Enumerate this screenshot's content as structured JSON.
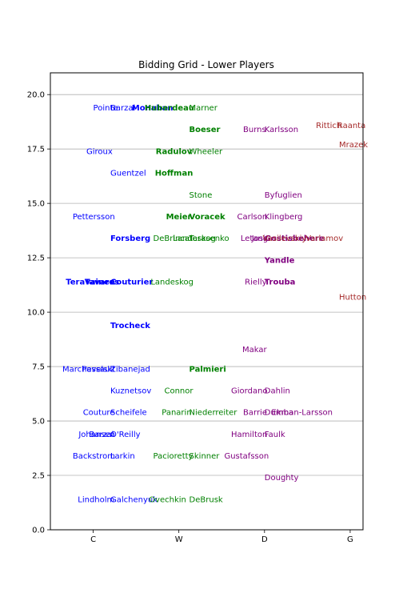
{
  "chart_data": {
    "type": "scatter",
    "title": "Bidding Grid - Lower Players",
    "xlabel": "",
    "ylabel": "",
    "x_categories": [
      "C",
      "W",
      "D",
      "G"
    ],
    "ylim": [
      0,
      21
    ],
    "yticks": [
      "0.0",
      "2.5",
      "5.0",
      "7.5",
      "10.0",
      "12.5",
      "15.0",
      "17.5",
      "20.0"
    ],
    "grid": "horizontal",
    "colors": {
      "C": "#0000ff",
      "W": "#008000",
      "D": "#800080",
      "G": "#a52a2a"
    },
    "points": [
      {
        "name": "Pointe",
        "pos": "C",
        "x": 0.0,
        "y": 19.4
      },
      {
        "name": "Barzal",
        "pos": "C",
        "x": 0.2,
        "y": 19.4
      },
      {
        "name": "Monahan",
        "pos": "C",
        "x": 0.45,
        "y": 19.4,
        "bold": true
      },
      {
        "name": "Huberdeau",
        "pos": "W",
        "x": 0.6,
        "y": 19.4,
        "bold": true
      },
      {
        "name": "Marner",
        "pos": "W",
        "x": 1.12,
        "y": 19.4
      },
      {
        "name": "Boeser",
        "pos": "W",
        "x": 1.12,
        "y": 18.4,
        "bold": true
      },
      {
        "name": "Burns",
        "pos": "D",
        "x": 1.75,
        "y": 18.4
      },
      {
        "name": "Karlsson",
        "pos": "D",
        "x": 2.0,
        "y": 18.4
      },
      {
        "name": "Rittich",
        "pos": "G",
        "x": 2.6,
        "y": 18.6
      },
      {
        "name": "Raanta",
        "pos": "G",
        "x": 2.85,
        "y": 18.6
      },
      {
        "name": "Mrazek",
        "pos": "G",
        "x": 2.87,
        "y": 17.7
      },
      {
        "name": "Giroux",
        "pos": "C",
        "x": -0.08,
        "y": 17.4
      },
      {
        "name": "Radulov",
        "pos": "W",
        "x": 0.73,
        "y": 17.4,
        "bold": true
      },
      {
        "name": "Wheeler",
        "pos": "W",
        "x": 1.12,
        "y": 17.4
      },
      {
        "name": "Guentzel",
        "pos": "C",
        "x": 0.2,
        "y": 16.4
      },
      {
        "name": "Hoffman",
        "pos": "W",
        "x": 0.72,
        "y": 16.4,
        "bold": true
      },
      {
        "name": "Stone",
        "pos": "W",
        "x": 1.12,
        "y": 15.4
      },
      {
        "name": "Byfuglien",
        "pos": "D",
        "x": 2.0,
        "y": 15.4
      },
      {
        "name": "Pettersson",
        "pos": "C",
        "x": -0.24,
        "y": 14.4
      },
      {
        "name": "Meier",
        "pos": "W",
        "x": 0.85,
        "y": 14.4,
        "bold": true
      },
      {
        "name": "Voracek",
        "pos": "W",
        "x": 1.12,
        "y": 14.4,
        "bold": true
      },
      {
        "name": "Carlson",
        "pos": "D",
        "x": 1.68,
        "y": 14.4
      },
      {
        "name": "Klingberg",
        "pos": "D",
        "x": 2.0,
        "y": 14.4
      },
      {
        "name": "Forsberg",
        "pos": "C",
        "x": 0.2,
        "y": 13.4,
        "bold": true
      },
      {
        "name": "DeBrincat",
        "pos": "W",
        "x": 0.7,
        "y": 13.4
      },
      {
        "name": "Landeskog",
        "pos": "W",
        "x": 0.93,
        "y": 13.4
      },
      {
        "name": "Tarasenko",
        "pos": "W",
        "x": 1.12,
        "y": 13.4
      },
      {
        "name": "Letang",
        "pos": "D",
        "x": 1.72,
        "y": 13.4
      },
      {
        "name": "Josi",
        "pos": "D",
        "x": 1.85,
        "y": 13.4
      },
      {
        "name": "Gostisbehere",
        "pos": "D",
        "x": 2.0,
        "y": 13.4,
        "bold": true
      },
      {
        "name": "Vasilevskiy",
        "pos": "G",
        "x": 1.98,
        "y": 13.4
      },
      {
        "name": "Varlamov",
        "pos": "G",
        "x": 2.48,
        "y": 13.4
      },
      {
        "name": "Yandle",
        "pos": "D",
        "x": 2.0,
        "y": 12.4,
        "bold": true
      },
      {
        "name": "Teravainen",
        "pos": "C",
        "x": -0.32,
        "y": 11.4,
        "bold": true
      },
      {
        "name": "Tavares",
        "pos": "C",
        "x": -0.1,
        "y": 11.4,
        "bold": true
      },
      {
        "name": "Couturier",
        "pos": "C",
        "x": 0.2,
        "y": 11.4,
        "bold": true
      },
      {
        "name": "Landeskog",
        "pos": "W",
        "x": 0.67,
        "y": 11.4
      },
      {
        "name": "Rielly",
        "pos": "D",
        "x": 1.77,
        "y": 11.4
      },
      {
        "name": "Trouba",
        "pos": "D",
        "x": 2.0,
        "y": 11.4,
        "bold": true
      },
      {
        "name": "Hutton",
        "pos": "G",
        "x": 2.87,
        "y": 10.7
      },
      {
        "name": "Trocheck",
        "pos": "C",
        "x": 0.2,
        "y": 9.4,
        "bold": true
      },
      {
        "name": "Makar",
        "pos": "D",
        "x": 1.74,
        "y": 8.3
      },
      {
        "name": "Marchessault",
        "pos": "C",
        "x": -0.36,
        "y": 7.4
      },
      {
        "name": "Pavelski",
        "pos": "C",
        "x": -0.13,
        "y": 7.4
      },
      {
        "name": "Zibanejad",
        "pos": "C",
        "x": 0.2,
        "y": 7.4
      },
      {
        "name": "Palmieri",
        "pos": "W",
        "x": 1.12,
        "y": 7.4,
        "bold": true
      },
      {
        "name": "Kuznetsov",
        "pos": "C",
        "x": 0.2,
        "y": 6.4
      },
      {
        "name": "Connor",
        "pos": "W",
        "x": 0.83,
        "y": 6.4
      },
      {
        "name": "Giordano",
        "pos": "D",
        "x": 1.61,
        "y": 6.4
      },
      {
        "name": "Dahlin",
        "pos": "D",
        "x": 2.0,
        "y": 6.4
      },
      {
        "name": "Couture",
        "pos": "C",
        "x": -0.12,
        "y": 5.4
      },
      {
        "name": "Scheifele",
        "pos": "C",
        "x": 0.2,
        "y": 5.4
      },
      {
        "name": "Panarin",
        "pos": "W",
        "x": 0.8,
        "y": 5.4
      },
      {
        "name": "Niederreiter",
        "pos": "W",
        "x": 1.12,
        "y": 5.4
      },
      {
        "name": "Barrie",
        "pos": "D",
        "x": 1.75,
        "y": 5.4
      },
      {
        "name": "Dumba",
        "pos": "D",
        "x": 2.0,
        "y": 5.4
      },
      {
        "name": "Ekman-Larsson",
        "pos": "D",
        "x": 2.08,
        "y": 5.4
      },
      {
        "name": "Johansen",
        "pos": "C",
        "x": -0.17,
        "y": 4.4
      },
      {
        "name": "Barzal",
        "pos": "C",
        "x": -0.05,
        "y": 4.4
      },
      {
        "name": "O'Reilly",
        "pos": "C",
        "x": 0.2,
        "y": 4.4
      },
      {
        "name": "Hamilton",
        "pos": "D",
        "x": 1.61,
        "y": 4.4
      },
      {
        "name": "Faulk",
        "pos": "D",
        "x": 2.0,
        "y": 4.4
      },
      {
        "name": "Backstrom",
        "pos": "C",
        "x": -0.24,
        "y": 3.4
      },
      {
        "name": "Larkin",
        "pos": "C",
        "x": 0.2,
        "y": 3.4
      },
      {
        "name": "Pacioretty",
        "pos": "W",
        "x": 0.7,
        "y": 3.4
      },
      {
        "name": "Skinner",
        "pos": "W",
        "x": 1.12,
        "y": 3.4
      },
      {
        "name": "Gustafsson",
        "pos": "D",
        "x": 1.53,
        "y": 3.4
      },
      {
        "name": "Doughty",
        "pos": "D",
        "x": 2.0,
        "y": 2.4
      },
      {
        "name": "Lindholm",
        "pos": "C",
        "x": -0.18,
        "y": 1.4
      },
      {
        "name": "Galchenyuk",
        "pos": "C",
        "x": 0.2,
        "y": 1.4
      },
      {
        "name": "Ovechkin",
        "pos": "W",
        "x": 0.65,
        "y": 1.4
      },
      {
        "name": "DeBrusk",
        "pos": "W",
        "x": 1.12,
        "y": 1.4
      }
    ]
  }
}
